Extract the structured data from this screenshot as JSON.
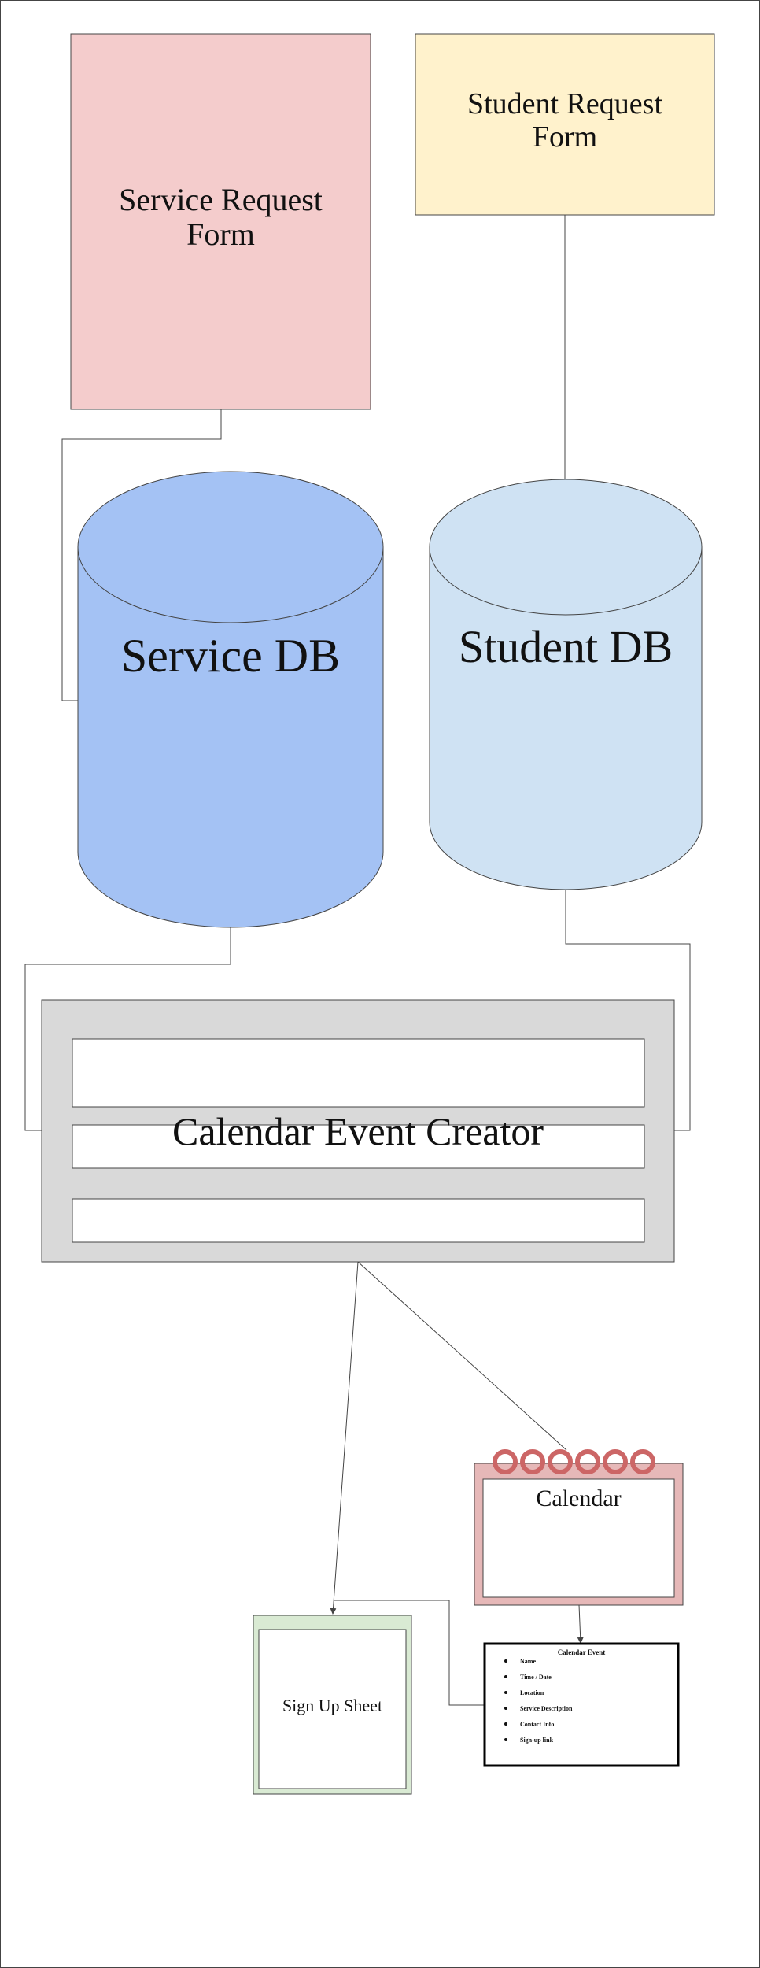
{
  "nodes": {
    "service_request_form": "Service Request Form",
    "student_request_form": "Student Request Form",
    "service_db": "Service DB",
    "student_db": "Student DB",
    "calendar_event_creator": "Calendar Event Creator",
    "calendar": "Calendar",
    "sign_up_sheet": "Sign Up Sheet"
  },
  "calendar_event": {
    "title": "Calendar Event",
    "fields": [
      "Name",
      "Time / Date",
      "Location",
      "Service Description",
      "Contact Info",
      "Sign-up link"
    ]
  },
  "colors": {
    "service_form_fill": "#f4cccc",
    "student_form_fill": "#fff2cc",
    "service_db_fill": "#a4c2f4",
    "student_db_fill": "#cfe2f3",
    "creator_fill": "#d9d9d9",
    "calendar_fill": "#e6b8b8",
    "signup_fill": "#d9ead3",
    "line": "#444444"
  }
}
